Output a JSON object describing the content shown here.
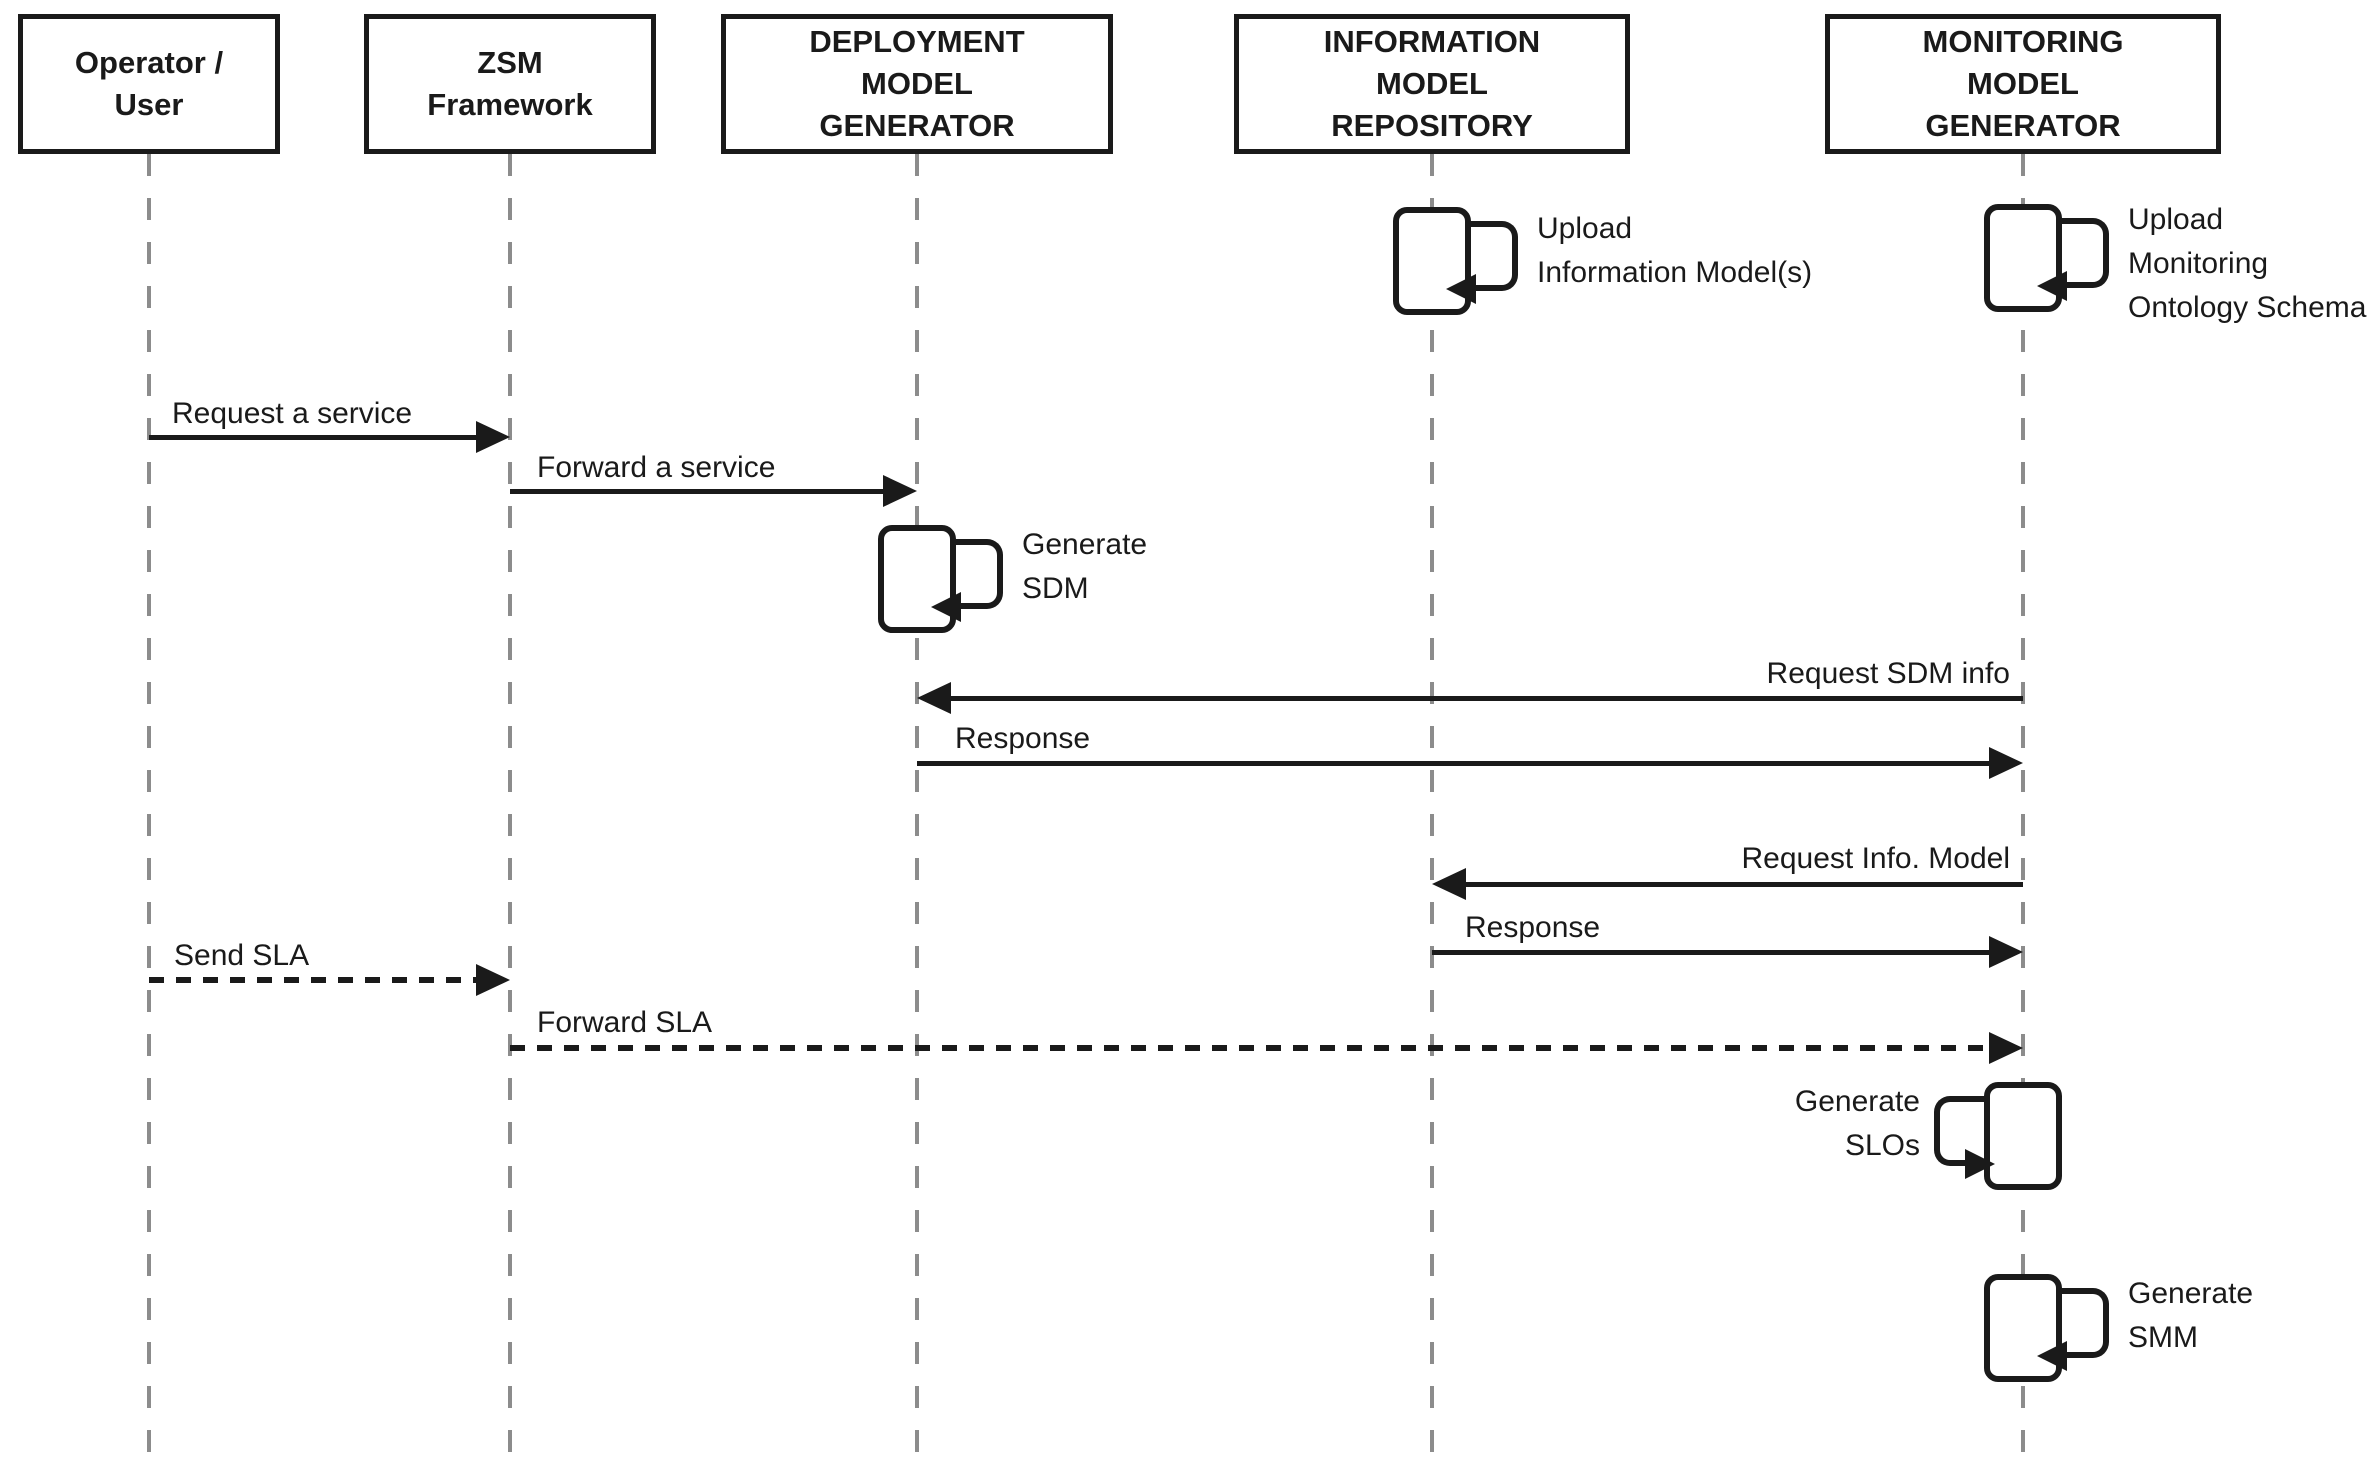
{
  "colors": {
    "line": "#1a1a1a",
    "lifeline_gray": "#8c8c8c",
    "background": "#ffffff",
    "box_fill": "#ffffff"
  },
  "actors": [
    {
      "id": "operator",
      "lines": [
        "Operator /",
        "User"
      ]
    },
    {
      "id": "zsm",
      "lines": [
        "ZSM",
        "Framework"
      ]
    },
    {
      "id": "dmg",
      "lines": [
        "DEPLOYMENT",
        "MODEL",
        "GENERATOR"
      ]
    },
    {
      "id": "imr",
      "lines": [
        "INFORMATION",
        "MODEL",
        "REPOSITORY"
      ]
    },
    {
      "id": "mmg",
      "lines": [
        "MONITORING",
        "MODEL",
        "GENERATOR"
      ]
    }
  ],
  "messages": [
    {
      "label": "Request a service",
      "from": "operator",
      "to": "zsm",
      "line": "solid",
      "direction": "right"
    },
    {
      "label": "Forward a service",
      "from": "zsm",
      "to": "dmg",
      "line": "solid",
      "direction": "right"
    },
    {
      "label": "Request SDM info",
      "from": "mmg",
      "to": "dmg",
      "line": "solid",
      "direction": "left"
    },
    {
      "label": "Response",
      "from": "dmg",
      "to": "mmg",
      "line": "solid",
      "direction": "right"
    },
    {
      "label": "Request Info. Model",
      "from": "mmg",
      "to": "imr",
      "line": "solid",
      "direction": "left"
    },
    {
      "label": "Response",
      "from": "imr",
      "to": "mmg",
      "line": "solid",
      "direction": "right"
    },
    {
      "label": "Send SLA",
      "from": "operator",
      "to": "zsm",
      "line": "dashed",
      "direction": "right"
    },
    {
      "label": "Forward SLA",
      "from": "zsm",
      "to": "mmg",
      "line": "dashed",
      "direction": "right"
    }
  ],
  "self_messages": [
    {
      "actor": "imr",
      "lines": [
        "Upload",
        "Information Model(s)"
      ],
      "loop_side": "right",
      "label_side": "right"
    },
    {
      "actor": "mmg",
      "lines": [
        "Upload",
        "Monitoring",
        "Ontology Schema"
      ],
      "loop_side": "right",
      "label_side": "right"
    },
    {
      "actor": "dmg",
      "lines": [
        "Generate",
        "SDM"
      ],
      "loop_side": "right",
      "label_side": "right"
    },
    {
      "actor": "mmg",
      "lines": [
        "Generate",
        "SLOs"
      ],
      "loop_side": "left",
      "label_side": "left"
    },
    {
      "actor": "mmg",
      "lines": [
        "Generate",
        "SMM"
      ],
      "loop_side": "right",
      "label_side": "right"
    }
  ]
}
